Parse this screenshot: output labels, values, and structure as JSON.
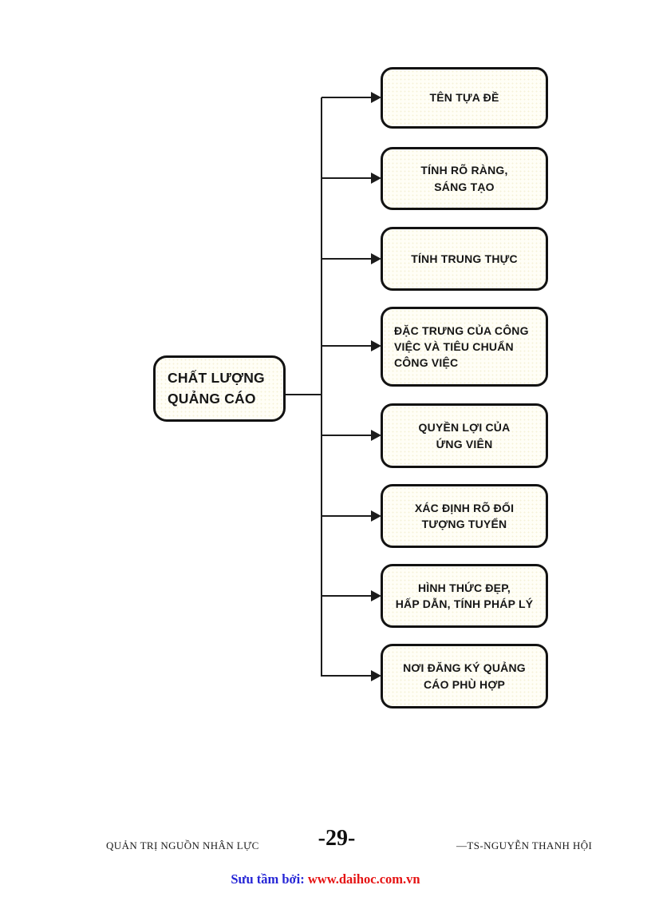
{
  "diagram": {
    "root": {
      "label": "CHẤT LƯỢNG\nQUẢNG CÁO"
    },
    "boxes": [
      {
        "label": "TÊN TỰA ĐỀ"
      },
      {
        "label": "TÍNH RÕ RÀNG,\nSÁNG TẠO"
      },
      {
        "label": "TÍNH TRUNG THỰC"
      },
      {
        "label": "ĐẶC TRƯNG CỦA CÔNG\nVIỆC VÀ TIÊU CHUẨN\nCÔNG VIỆC"
      },
      {
        "label": "QUYỀN LỢI CỦA\nỨNG VIÊN"
      },
      {
        "label": "XÁC ĐỊNH RÕ ĐỐI\nTƯỢNG TUYỂN"
      },
      {
        "label": "HÌNH THỨC ĐẸP,\nHẤP DẪN, TÍNH PHÁP LÝ"
      },
      {
        "label": "NƠI ĐĂNG KÝ QUẢNG\nCÁO PHÙ HỢP"
      }
    ],
    "line_color": "#1c1c1c",
    "box_fill": "#fffef6",
    "border_color": "#121212"
  },
  "footer": {
    "left": "QUẢN TRỊ NGUỒN NHÂN LỰC",
    "page_number": "-29-",
    "right": "—TS-NGUYỄN THANH HỘI"
  },
  "credit": {
    "prefix": "Sưu tầm bởi: ",
    "url": "www.daihoc.com.vn",
    "prefix_color": "#2525d6",
    "url_color": "#e51414"
  }
}
